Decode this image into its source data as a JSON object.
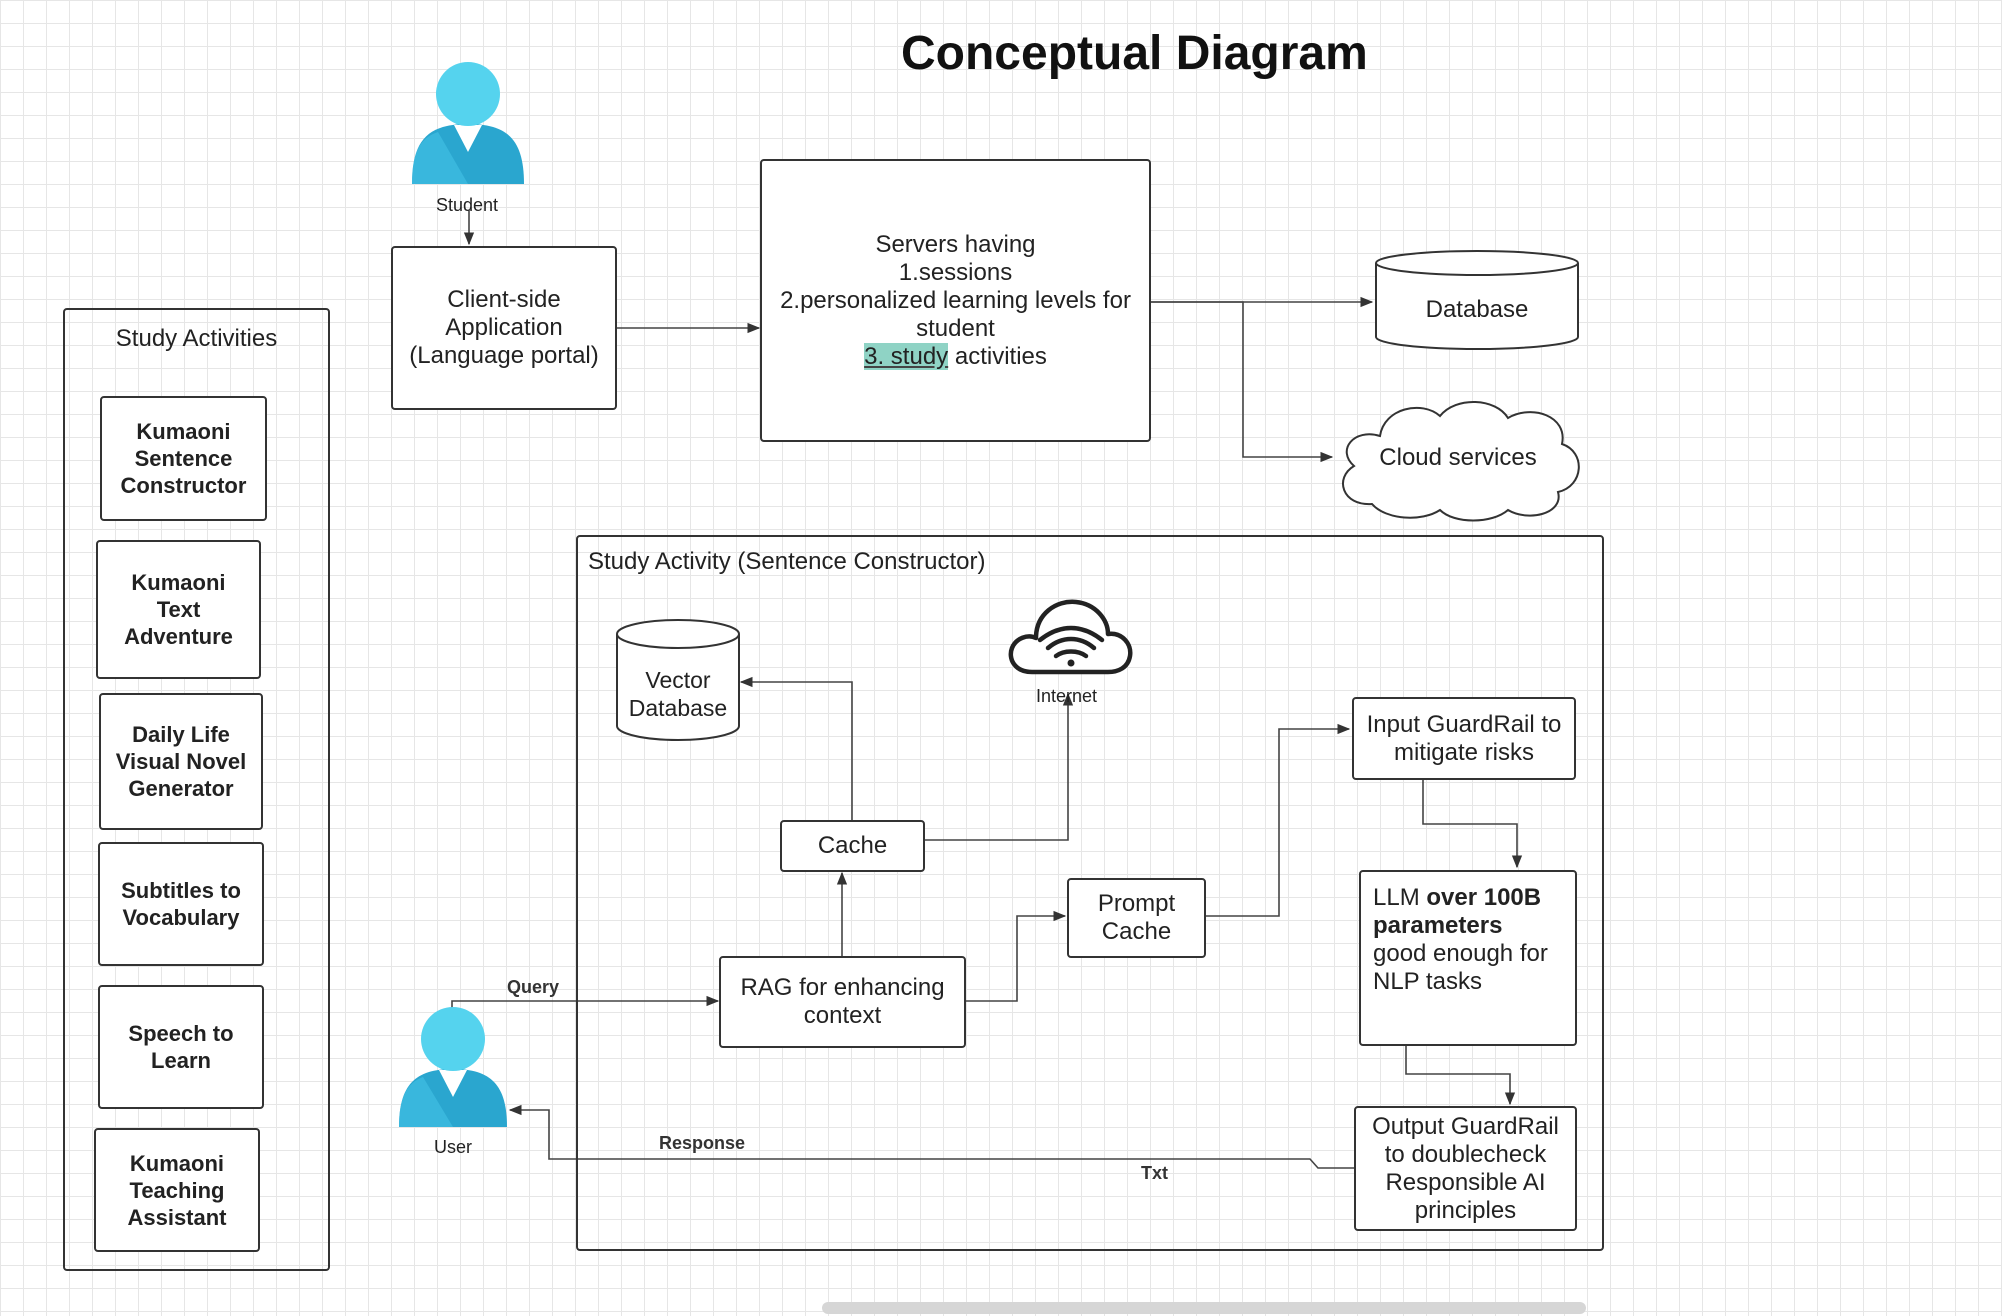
{
  "title": "Conceptual Diagram",
  "actors": {
    "student": "Student",
    "user": "User"
  },
  "nodes": {
    "client_app": "Client-side\nApplication\n(Language portal)",
    "servers": {
      "line1": "Servers having",
      "line2": "1.sessions",
      "line3": "2.personalized learning levels for",
      "line4": "student",
      "line5_highlight": "3. study",
      "line5_rest": " activities"
    },
    "database": "Database",
    "cloud_services": "Cloud services",
    "vector_database": "Vector\nDatabase",
    "internet": "Internet",
    "cache": "Cache",
    "prompt_cache": "Prompt\nCache",
    "rag": "RAG for enhancing\ncontext",
    "input_guardrail": "Input GuardRail to\nmitigate risks",
    "llm": {
      "pre": "LLM ",
      "bold": "over 100B parameters",
      "post": " good enough for NLP tasks"
    },
    "output_guardrail": "Output GuardRail\nto doublecheck\nResponsible AI\nprinciples"
  },
  "study_activities": {
    "title": "Study Activities",
    "items": [
      "Kumaoni\nSentence\nConstructor",
      "Kumaoni\nText\nAdventure",
      "Daily Life\nVisual Novel\nGenerator",
      "Subtitles to\nVocabulary",
      "Speech to\nLearn",
      "Kumaoni\nTeaching\nAssistant"
    ]
  },
  "sentence_constructor": {
    "title": "Study Activity (Sentence Constructor)"
  },
  "edge_labels": {
    "query": "Query",
    "response": "Response",
    "txt": "Txt"
  },
  "colors": {
    "person": "#45c3e6",
    "person_dark": "#2aa6cf",
    "highlight": "#8fd3c5",
    "grid": "#e6e6e6",
    "stroke": "#333333"
  }
}
